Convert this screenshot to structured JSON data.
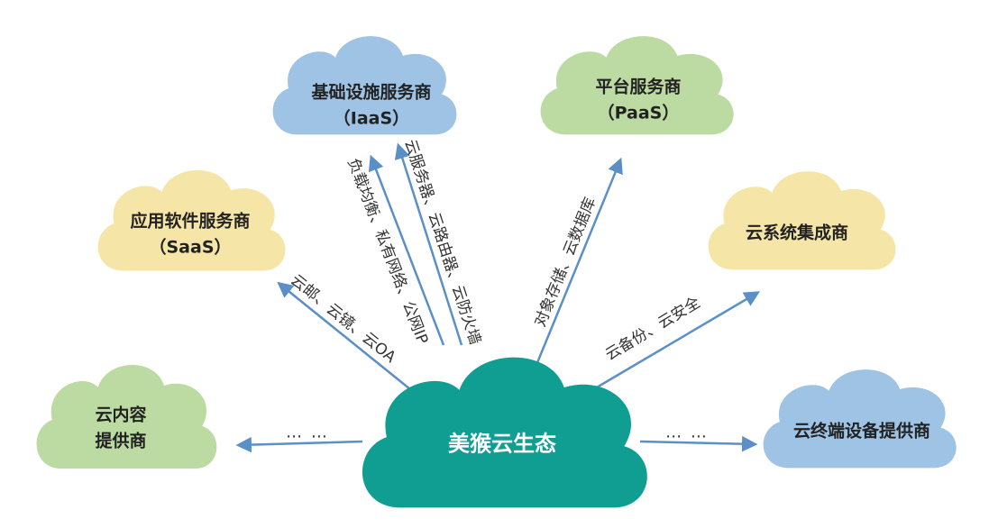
{
  "center": {
    "label": "美猴云生态"
  },
  "clouds": {
    "iaas": {
      "line1": "基础设施服务商",
      "line2": "（IaaS）",
      "color": "#9ec3e4"
    },
    "paas": {
      "line1": "平台服务商",
      "line2": "（PaaS）",
      "color": "#bcdba3"
    },
    "saas": {
      "line1": "应用软件服务商",
      "line2": "（SaaS）",
      "color": "#f5e6a8"
    },
    "integrator": {
      "line1": "云系统集成商",
      "color": "#f5e6a8"
    },
    "content": {
      "line1": "云内容",
      "line2": "提供商",
      "color": "#bcdba3"
    },
    "device": {
      "line1": "云终端设备提供商",
      "color": "#9ec3e4"
    }
  },
  "center_color": "#119e92",
  "arrow_color": "#5b8fc8",
  "edges": {
    "to_saas": "云邮、云镜、云OA",
    "to_iaas_a": "负载均衡、私有网络、公网IP",
    "to_iaas_b": "云服务器、云路由器、云防火墙",
    "to_paas": "对象存储、云数据库",
    "to_integrator": "云备份、云安全",
    "to_content": "… …",
    "to_device": "… …"
  }
}
